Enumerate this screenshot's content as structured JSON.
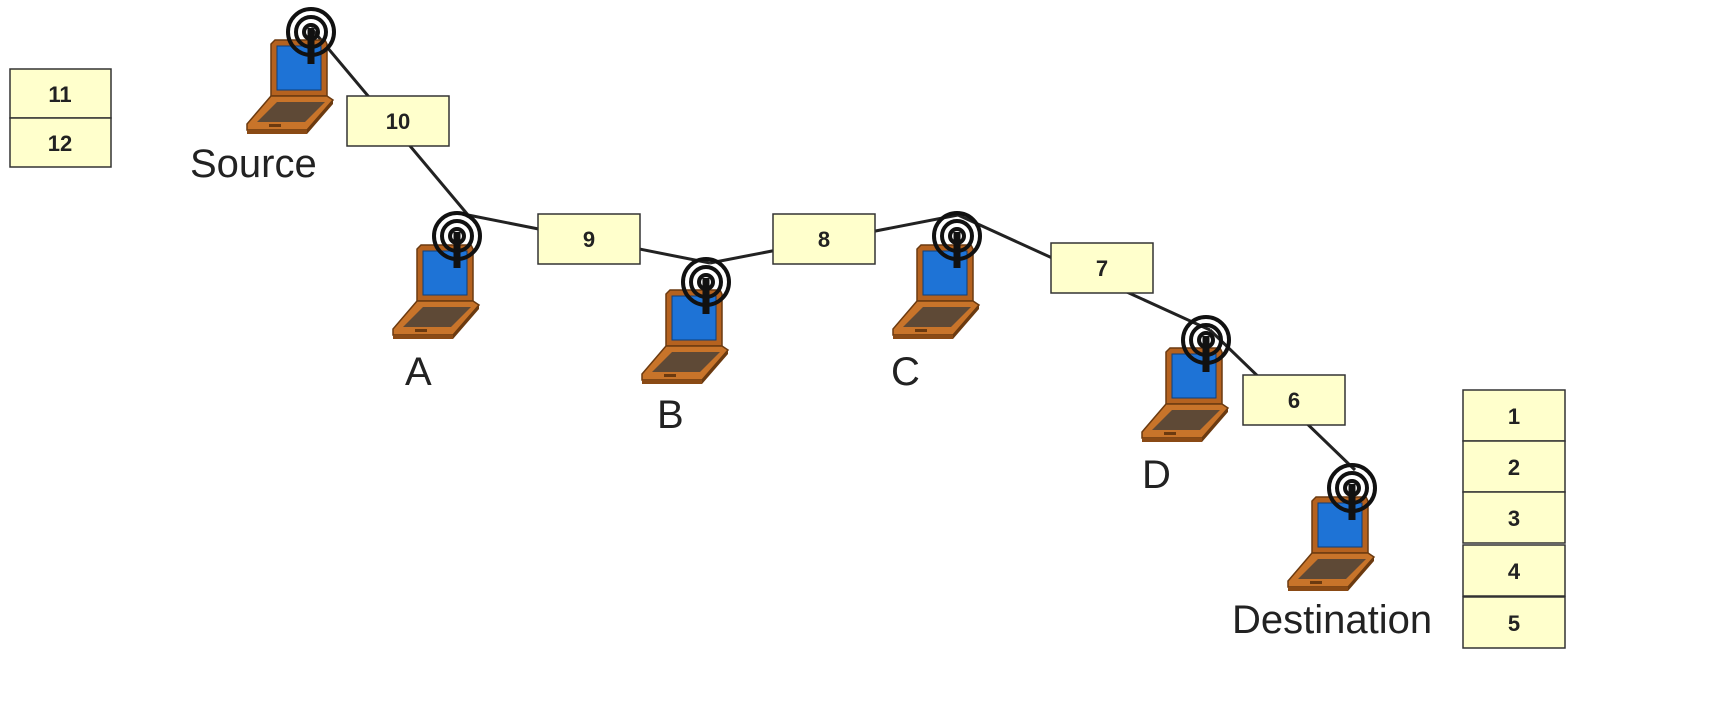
{
  "nodes": [
    {
      "id": "source",
      "label": "Source"
    },
    {
      "id": "a",
      "label": "A"
    },
    {
      "id": "b",
      "label": "B"
    },
    {
      "id": "c",
      "label": "C"
    },
    {
      "id": "d",
      "label": "D"
    },
    {
      "id": "destination",
      "label": "Destination"
    }
  ],
  "in_flight_packets": [
    "10",
    "9",
    "8",
    "7",
    "6"
  ],
  "source_queue": [
    "11",
    "12"
  ],
  "destination_received": [
    "1",
    "2",
    "3",
    "4",
    "5"
  ],
  "colors": {
    "packet_fill": "#ffffcc",
    "laptop_body": "#c8742a",
    "laptop_screen": "#1e73d6",
    "link": "#222222"
  },
  "icons": [
    "laptop-icon",
    "wireless-antenna-icon"
  ]
}
